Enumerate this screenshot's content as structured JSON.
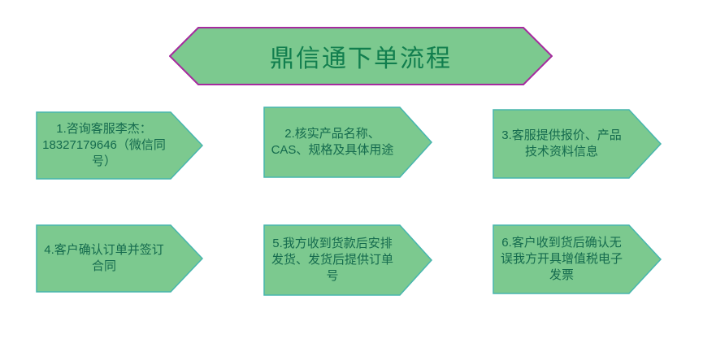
{
  "title": {
    "text": "鼎信通下单流程"
  },
  "steps": [
    {
      "text": "1.咨询客服李杰：18327179646（微信同号）"
    },
    {
      "text": "2.核实产品名称、CAS、规格及具体用途"
    },
    {
      "text": "3.客服提供报价、产品技术资料信息"
    },
    {
      "text": "4.客户确认订单并签订合同"
    },
    {
      "text": "5.我方收到货款后安排发货、发货后提供订单号"
    },
    {
      "text": "6.客户收到货后确认无误我方开具增值税电子发票"
    }
  ],
  "colors": {
    "shape-fill": "#7cc98f",
    "shape-border": "#46b5ae",
    "title-border": "#a62a9e",
    "title-text": "#117e4e",
    "step-text": "#156b4e"
  }
}
